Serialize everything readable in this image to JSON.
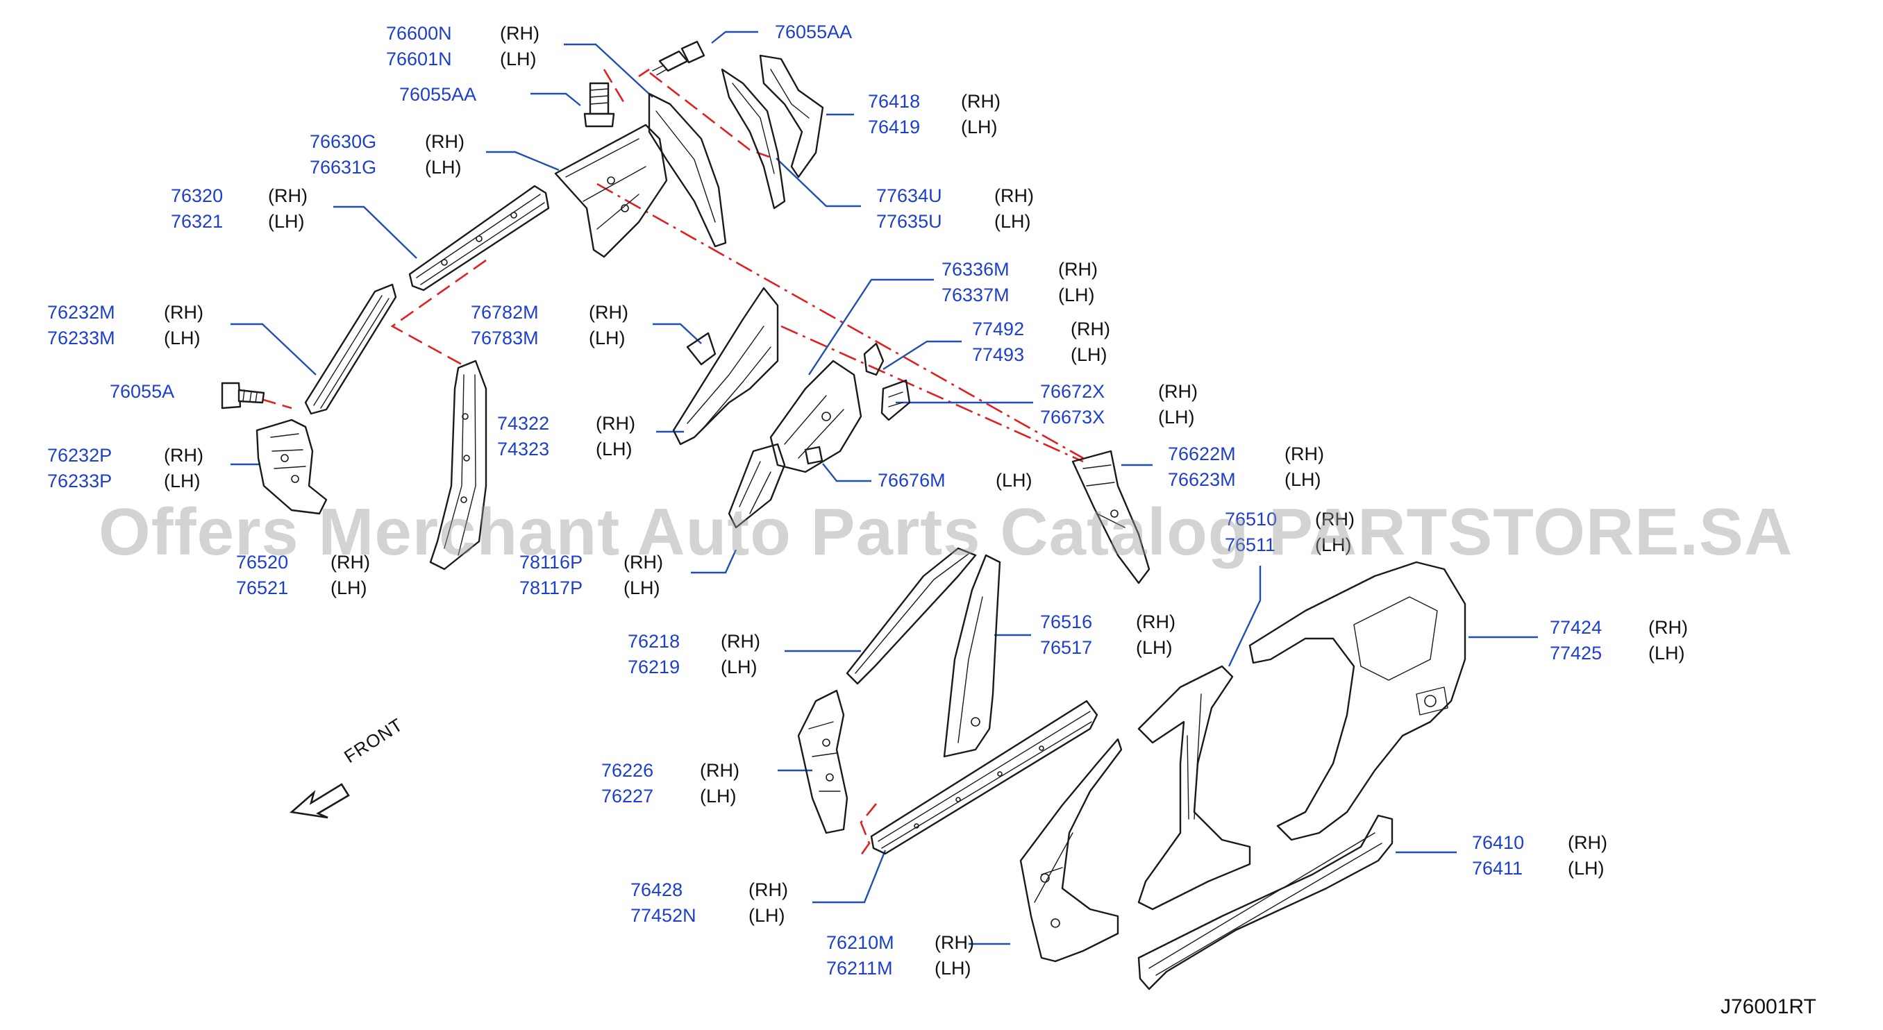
{
  "diagram": {
    "callouts": [
      {
        "rows": [
          {
            "pn": "76600N",
            "side": "(RH)"
          },
          {
            "pn": "76601N",
            "side": "(LH)"
          }
        ]
      },
      {
        "rows": [
          {
            "pn": "76055AA",
            "side": ""
          }
        ]
      },
      {
        "rows": [
          {
            "pn": "76055AA",
            "side": ""
          }
        ]
      },
      {
        "rows": [
          {
            "pn": "76418",
            "side": "(RH)"
          },
          {
            "pn": "76419",
            "side": "(LH)"
          }
        ]
      },
      {
        "rows": [
          {
            "pn": "76630G",
            "side": "(RH)"
          },
          {
            "pn": "76631G",
            "side": "(LH)"
          }
        ]
      },
      {
        "rows": [
          {
            "pn": "76320",
            "side": "(RH)"
          },
          {
            "pn": "76321",
            "side": "(LH)"
          }
        ]
      },
      {
        "rows": [
          {
            "pn": "77634U",
            "side": "(RH)"
          },
          {
            "pn": "77635U",
            "side": "(LH)"
          }
        ]
      },
      {
        "rows": [
          {
            "pn": "76336M",
            "side": "(RH)"
          },
          {
            "pn": "76337M",
            "side": "(LH)"
          }
        ]
      },
      {
        "rows": [
          {
            "pn": "76232M",
            "side": "(RH)"
          },
          {
            "pn": "76233M",
            "side": "(LH)"
          }
        ]
      },
      {
        "rows": [
          {
            "pn": "76782M",
            "side": "(RH)"
          },
          {
            "pn": "76783M",
            "side": "(LH)"
          }
        ]
      },
      {
        "rows": [
          {
            "pn": "77492",
            "side": "(RH)"
          },
          {
            "pn": "77493",
            "side": "(LH)"
          }
        ]
      },
      {
        "rows": [
          {
            "pn": "76055A",
            "side": ""
          }
        ]
      },
      {
        "rows": [
          {
            "pn": "76672X",
            "side": "(RH)"
          },
          {
            "pn": "76673X",
            "side": "(LH)"
          }
        ]
      },
      {
        "rows": [
          {
            "pn": "74322",
            "side": "(RH)"
          },
          {
            "pn": "74323",
            "side": "(LH)"
          }
        ]
      },
      {
        "rows": [
          {
            "pn": "76232P",
            "side": "(RH)"
          },
          {
            "pn": "76233P",
            "side": "(LH)"
          }
        ]
      },
      {
        "rows": [
          {
            "pn": "76622M",
            "side": "(RH)"
          },
          {
            "pn": "76623M",
            "side": "(LH)"
          }
        ]
      },
      {
        "rows": [
          {
            "pn": "76676M",
            "side": "(LH)"
          }
        ]
      },
      {
        "rows": [
          {
            "pn": "76510",
            "side": "(RH)"
          },
          {
            "pn": "76511",
            "side": "(LH)"
          }
        ]
      },
      {
        "rows": [
          {
            "pn": "76520",
            "side": "(RH)"
          },
          {
            "pn": "76521",
            "side": "(LH)"
          }
        ]
      },
      {
        "rows": [
          {
            "pn": "78116P",
            "side": "(RH)"
          },
          {
            "pn": "78117P",
            "side": "(LH)"
          }
        ]
      },
      {
        "rows": [
          {
            "pn": "76516",
            "side": "(RH)"
          },
          {
            "pn": "76517",
            "side": "(LH)"
          }
        ]
      },
      {
        "rows": [
          {
            "pn": "77424",
            "side": "(RH)"
          },
          {
            "pn": "77425",
            "side": "(LH)"
          }
        ]
      },
      {
        "rows": [
          {
            "pn": "76218",
            "side": "(RH)"
          },
          {
            "pn": "76219",
            "side": "(LH)"
          }
        ]
      },
      {
        "rows": [
          {
            "pn": "76226",
            "side": "(RH)"
          },
          {
            "pn": "76227",
            "side": "(LH)"
          }
        ]
      },
      {
        "rows": [
          {
            "pn": "76410",
            "side": "(RH)"
          },
          {
            "pn": "76411",
            "side": "(LH)"
          }
        ]
      },
      {
        "rows": [
          {
            "pn": "76428",
            "side": "(RH)"
          },
          {
            "pn": "77452N",
            "side": "(LH)"
          }
        ]
      },
      {
        "rows": [
          {
            "pn": "76210M",
            "side": "(RH)"
          },
          {
            "pn": "76211M",
            "side": "(LH)"
          }
        ]
      }
    ],
    "front_label": "FRONT",
    "watermark": "Offers Merchant Auto Parts Catalog PARTSTORE.SA",
    "reference_code": "J76001RT",
    "colors": {
      "part_number": "#1d3fcf",
      "leader": "#1f4fb3",
      "guide_line": "#e02020",
      "line_art": "#1a1a1a"
    }
  }
}
